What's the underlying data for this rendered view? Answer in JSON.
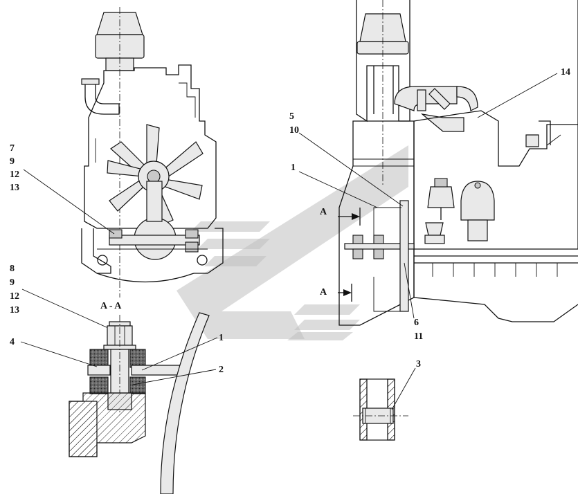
{
  "section_title": "A - A",
  "section_arrow_letter": "A",
  "callouts": {
    "top_left_group": [
      "7",
      "9",
      "12",
      "13"
    ],
    "bottom_left_group": [
      "8",
      "9",
      "12",
      "13"
    ],
    "section_4": "4",
    "section_1": "1",
    "section_2": "2",
    "right_5": "5",
    "right_10": "10",
    "right_1": "1",
    "right_14": "14",
    "right_6": "6",
    "right_11": "11",
    "detail_3": "3"
  },
  "colors": {
    "line": "#111111",
    "fill_light": "#e9e9e9",
    "watermark": "#bfbfbf"
  }
}
